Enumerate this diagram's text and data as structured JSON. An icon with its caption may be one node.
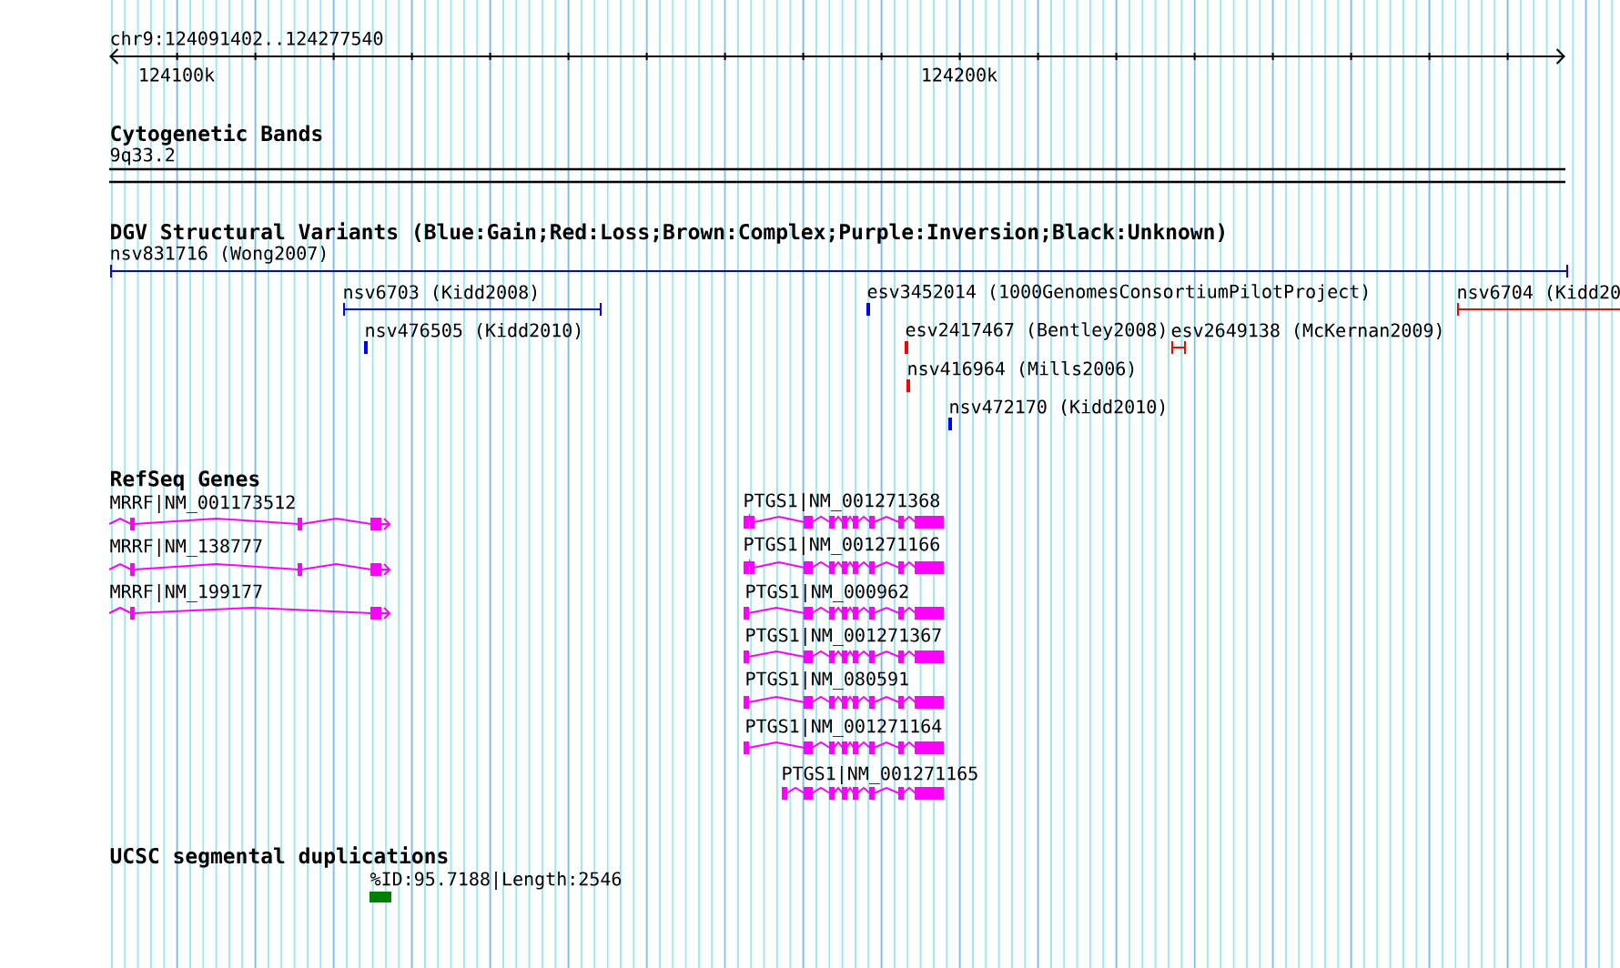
{
  "diagram": {
    "title": "chr9:124091402..124277540",
    "labels": [
      "124100k",
      "124200k",
      "Cytogenetic Bands",
      "9q33.2",
      "DGV Structural Variants (Blue:Gain;Red:Loss;Brown:Complex;Purple:Inversion;Black:Unknown)",
      "nsv831716 (Wong2007)",
      "nsv6703 (Kidd2008)",
      "esv3452014 (1000GenomesConsortiumPilotProject)",
      "nsv6704 (Kidd20",
      "nsv476505 (Kidd2010)",
      "esv2417467 (Bentley2008)",
      "esv2649138 (McKernan2009)",
      "nsv416964 (Mills2006)",
      "nsv472170 (Kidd2010)",
      "RefSeq Genes",
      "MRRF|NM_001173512",
      "PTGS1|NM_001271368",
      "MRRF|NM_138777",
      "PTGS1|NM_001271166",
      "MRRF|NM_199177",
      "PTGS1|NM_000962",
      "PTGS1|NM_001271367",
      "PTGS1|NM_080591",
      "PTGS1|NM_001271164",
      "PTGS1|NM_001271165",
      "UCSC segmental duplications",
      "%ID:95.7188|Length:2546"
    ]
  }
}
